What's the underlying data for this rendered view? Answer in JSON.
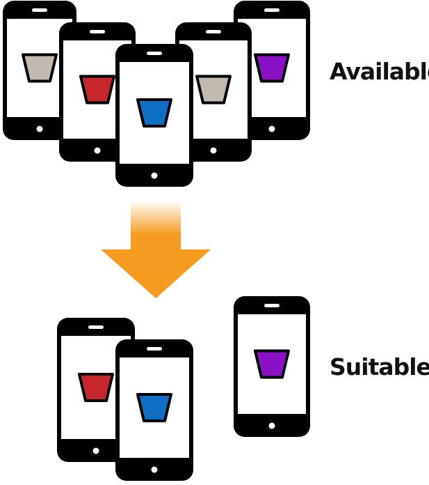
{
  "labels": {
    "available": "Available",
    "suitable": "Suitable"
  },
  "colors": {
    "phone_body": "#000000",
    "phone_screen": "#ffffff",
    "arrow": "#f59b1f",
    "cups": {
      "gray": "#c2b9b0",
      "red": "#c6262c",
      "blue": "#0f6fc4",
      "purple": "#8a12c6"
    }
  },
  "available_phones": [
    {
      "cup": "gray"
    },
    {
      "cup": "red"
    },
    {
      "cup": "gray"
    },
    {
      "cup": "purple"
    },
    {
      "cup": "blue"
    }
  ],
  "suitable_phones": [
    {
      "cup": "red"
    },
    {
      "cup": "blue"
    },
    {
      "cup": "purple"
    }
  ]
}
